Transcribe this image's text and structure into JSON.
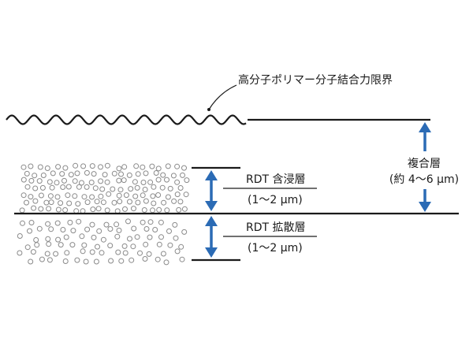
{
  "labels": {
    "polymer_limit": "高分子ポリマー分子結合力限界",
    "composite_layer": "複合層",
    "composite_thickness": "(約 4〜6 μm)",
    "impregnation_layer": "RDT 含浸層",
    "impregnation_thickness": "(1〜2 μm)",
    "diffusion_layer": "RDT 拡散層",
    "diffusion_thickness": "(1〜2 μm)"
  },
  "colors": {
    "line": "#1a1a1a",
    "arrow": "#2b6bb5",
    "particle": "#8a8a8a"
  }
}
